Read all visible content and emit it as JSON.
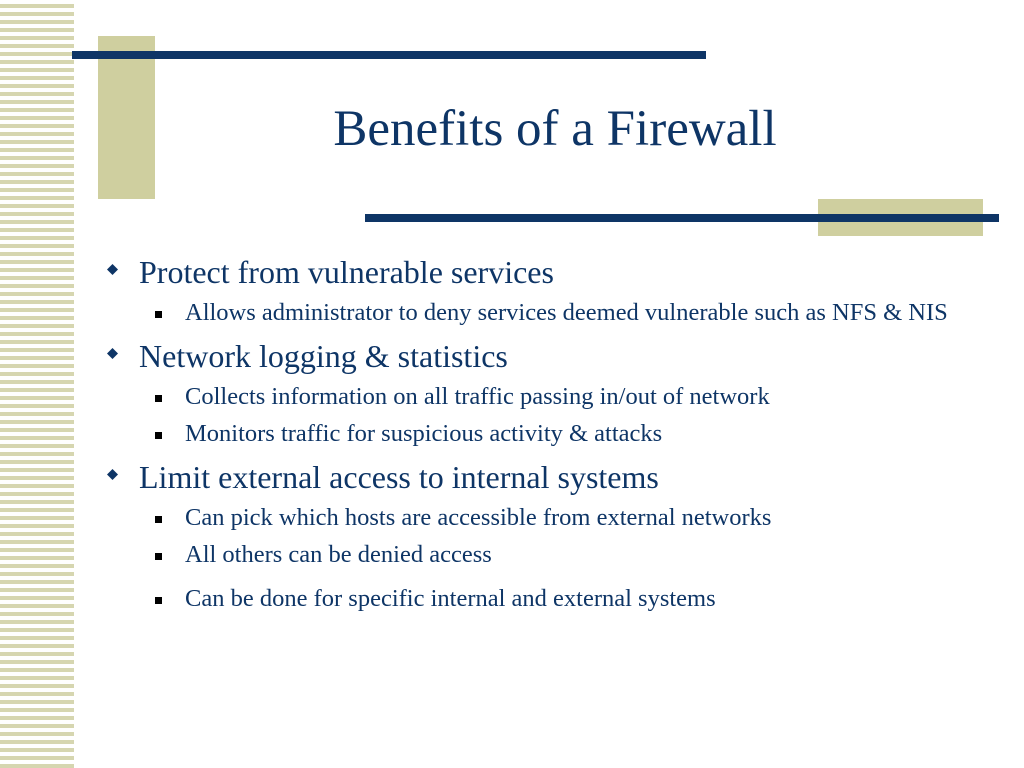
{
  "slide": {
    "title": "Benefits of a Firewall",
    "colors": {
      "title": "#0e3566",
      "rule": "#0e3566",
      "accent": "#cfcf9f",
      "stripe": "#d6d6b0"
    },
    "bullets": [
      {
        "text": "Protect from vulnerable services",
        "subs": [
          "Allows administrator to deny services deemed vulnerable such as NFS & NIS"
        ]
      },
      {
        "text": "Network logging & statistics",
        "subs": [
          "Collects information on all traffic passing in/out of network",
          "Monitors traffic for suspicious activity & attacks"
        ]
      },
      {
        "text": "Limit external access to internal systems",
        "subs": [
          "Can pick which hosts are accessible from external networks",
          "All others can be denied access",
          "Can be done for specific internal and external systems"
        ]
      }
    ]
  }
}
